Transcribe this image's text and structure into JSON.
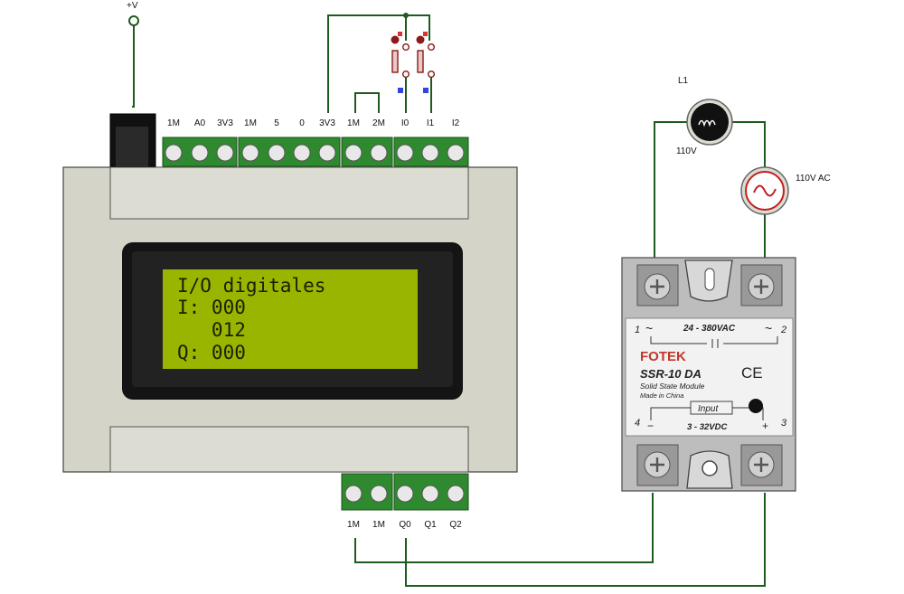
{
  "supply": {
    "label": "+V"
  },
  "plc": {
    "top_terminals": [
      "1M",
      "A0",
      "3V3",
      "1M",
      "5",
      "0",
      "3V3",
      "1M",
      "2M",
      "I0",
      "I1",
      "I2"
    ],
    "bottom_terminals": [
      "1M",
      "1M",
      "Q0",
      "Q1",
      "Q2"
    ],
    "lcd_lines": [
      "I/O digitales",
      "I: 000",
      "   012",
      "Q: 000"
    ]
  },
  "lamp": {
    "name": "L1",
    "rating": "110V"
  },
  "source": {
    "label": "110V AC"
  },
  "ssr": {
    "terminal_1": "1",
    "terminal_2": "2",
    "terminal_3": "3",
    "terminal_4": "4",
    "ac_range": "24 - 380VAC",
    "brand": "FOTEK",
    "model": "SSR-10 DA",
    "description": "Solid State Module",
    "origin": "Made in China",
    "input_label": "Input",
    "dc_range": "3 - 32VDC",
    "ce_mark": "CE",
    "minus": "−",
    "plus": "+",
    "tilde_left": "~",
    "tilde_right": "~"
  },
  "colors": {
    "wire": "#1f5a1f",
    "lcd": "#9ab500",
    "terminal_green": "#2f8a2f",
    "switch_red": "#c02020",
    "switch_blue": "#3344dd"
  }
}
